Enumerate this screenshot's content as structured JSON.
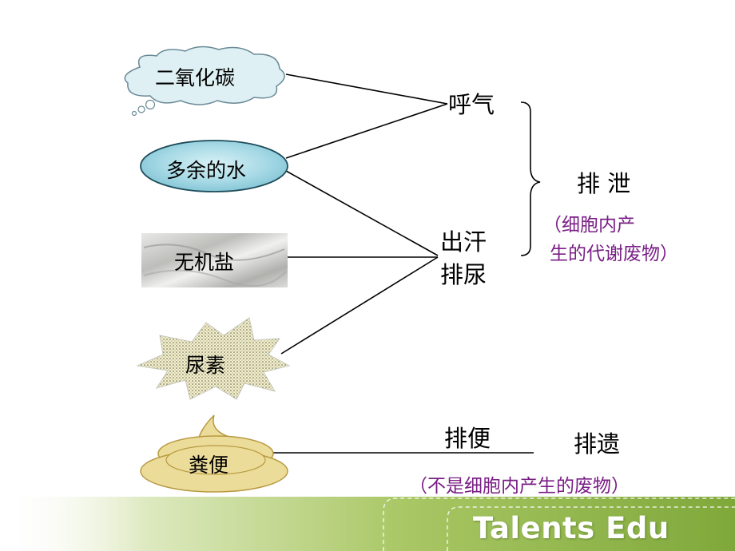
{
  "nodes": {
    "co2": "二氧化碳",
    "water": "多余的水",
    "salt": "无机盐",
    "urea": "尿素",
    "feces": "粪便"
  },
  "routes": {
    "breath": "呼气",
    "sweat": "出汗",
    "urine": "排尿",
    "defecate": "排便"
  },
  "excretion": {
    "label": "排 泄",
    "note_line1": "（细胞内产",
    "note_line2": " 生的代谢废物）"
  },
  "egestion": {
    "label": "排遗",
    "note": "（不是细胞内产生的废物）"
  },
  "footer": {
    "brand": "Talents Edu"
  },
  "colors": {
    "note_purple": "#7a1f86",
    "water_fill": "#a8d8e4",
    "feces_fill": "#ecdc9a",
    "footer_green": "#7fa83a"
  }
}
